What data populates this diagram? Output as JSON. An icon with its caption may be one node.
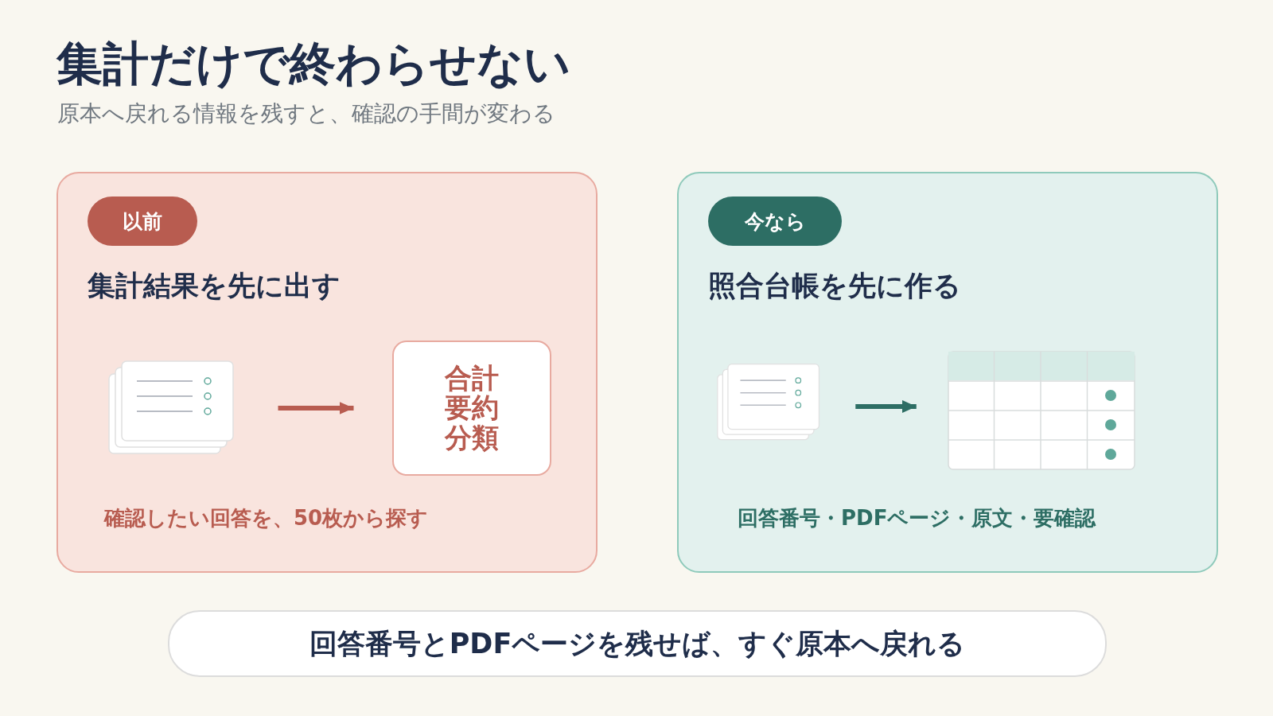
{
  "diagram": {
    "title": "集計だけで終わらせない",
    "nodes": [
      {
        "text": [
          "集計結果を先に出す",
          "確認したい回答を、50枚から探す"
        ]
      },
      {
        "text": [
          "以前"
        ],
        "in": 0
      },
      {
        "text": [],
        "shape": "document",
        "in": 0
      },
      {
        "text": [
          "合計要約分類"
        ],
        "in": 0
      },
      {
        "text": [
          "照合台帳を先に作る",
          "回答番号・PDFページ・原文・要確認"
        ]
      },
      {
        "text": [
          "今なら"
        ],
        "in": 4
      },
      {
        "text": [],
        "shape": "document",
        "in": 4
      },
      {
        "text": [],
        "shape": "table",
        "in": 4
      },
      {
        "text": [
          "回答番号とPDFページを残せば、すぐ原本へ戻れる"
        ]
      }
    ],
    "edges": [
      {
        "from": 2,
        "to": 3,
        "arrow": "to",
        "color": "#b85c50"
      },
      {
        "from": 6,
        "to": 7,
        "arrow": "to",
        "color": "#2d6e64"
      }
    ],
    "labels": [
      "原本へ戻れる情報を残すと、確認の手間が変わる"
    ]
  }
}
